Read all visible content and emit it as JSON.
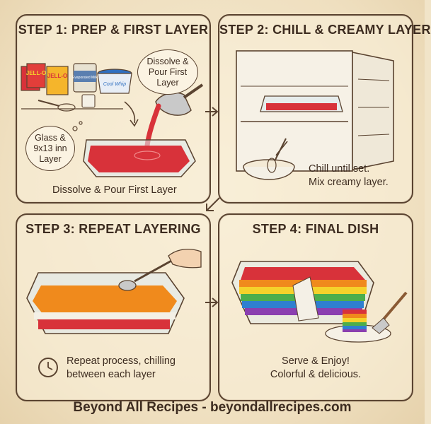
{
  "step1": {
    "title": "STEP 1: PREP & FIRST LAYER",
    "bubble_pour": "Dissolve & Pour First Layer",
    "bubble_dish": "Glass & 9x13 inn Layer",
    "caption": "Dissolve & Pour First Layer",
    "jello_brand": "JELL-O",
    "milk_label": "Evaporated Milk",
    "whip_label": "Cool Whip"
  },
  "step2": {
    "title": "STEP 2: CHILL & CREAMY LAYER",
    "caption_line1": "Chill until set.",
    "caption_line2": "Mix creamy layer."
  },
  "step3": {
    "title": "STEP 3: REPEAT LAYERING",
    "caption_line1": "Repeat process, chilling",
    "caption_line2": "between each layer"
  },
  "step4": {
    "title": "STEP 4: FINAL DISH",
    "caption_line1": "Serve & Enjoy!",
    "caption_line2": "Colorful & delicious."
  },
  "footer": "Beyond All Recipes - beyondallrecipes.com",
  "colors": {
    "ink": "#3d2c20",
    "paper": "#f1e4c8",
    "jello_red": "#d8323a",
    "orange": "#f08a1c",
    "rainbow": [
      "#d8323a",
      "#f08a1c",
      "#f5d22b",
      "#4cae4c",
      "#2f7fd0",
      "#8a3fb0"
    ]
  }
}
